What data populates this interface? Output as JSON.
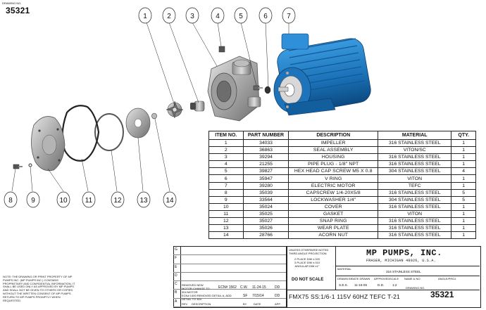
{
  "drawing": {
    "number_label": "DRAWING NO.",
    "number": "35321"
  },
  "balloons": [
    "1",
    "2",
    "3",
    "4",
    "5",
    "6",
    "7",
    "8",
    "9",
    "10",
    "11",
    "12",
    "13",
    "14"
  ],
  "bom": {
    "headers": [
      "ITEM NO.",
      "PART NUMBER",
      "DESCRIPTION",
      "MATERIAL",
      "QTY."
    ],
    "rows": [
      [
        "1",
        "34033",
        "IMPELLER",
        "316 STAINLESS STEEL",
        "1"
      ],
      [
        "2",
        "36863",
        "SEAL ASSEMBLY",
        "VITON/SC",
        "1"
      ],
      [
        "3",
        "39294",
        "HOUSING",
        "316 STAINLESS STEEL",
        "1"
      ],
      [
        "4",
        "21255",
        "PIPE PLUG - 1/8\" NPT",
        "316 STAINLESS STEEL",
        "1"
      ],
      [
        "5",
        "39827",
        "HEX HEAD CAP SCREW M5 X 0.8",
        "304 STAINLESS STEEL",
        "4"
      ],
      [
        "6",
        "35947",
        "V RING",
        "VITON",
        "1"
      ],
      [
        "7",
        "39280",
        "ELECTRIC MOTOR",
        "TEFC",
        "1"
      ],
      [
        "8",
        "35039",
        "CAPSCREW 1/4-20X5/8",
        "316 STAINLESS STEEL",
        "5"
      ],
      [
        "9",
        "33564",
        "LOCKWASHER 1/4\"",
        "304 STAINLESS STEEL",
        "5"
      ],
      [
        "10",
        "35024",
        "COVER",
        "316 STAINLESS STEEL",
        "1"
      ],
      [
        "11",
        "35025",
        "GASKET",
        "VITON",
        "1"
      ],
      [
        "12",
        "35027",
        "SNAP RING",
        "316 STAINLESS STEEL",
        "1"
      ],
      [
        "13",
        "35026",
        "WEAR PLATE",
        "316 STAINLESS STEEL",
        "1"
      ],
      [
        "14",
        "28766",
        "ACORN NUT",
        "316 STAINLESS STEEL",
        "1"
      ]
    ]
  },
  "revisions": {
    "letters": [
      "G",
      "F",
      "E",
      "D",
      "C",
      "B",
      "A"
    ],
    "rows": [
      {
        "letter": "B",
        "desc": "REMOVED NEW MOTOR CHANGE TO 304 MOTOR",
        "ecn": "ECN# 1562",
        "by": "C.W.",
        "date": "11-24-15",
        "appr": "DD"
      },
      {
        "letter": "A",
        "desc": "ECN# 1400  REMOVED DETAIL A, ADD DETAIL TO 304",
        "ecn": "",
        "by": "SF",
        "date": "7/15/14",
        "appr": "DD"
      }
    ],
    "footer": [
      "REV",
      "DESCRIPTION",
      "BY",
      "DATE",
      "APP"
    ]
  },
  "title_block": {
    "tolerance_note": "UNLESS OTHERWISE NOTED THIRD ANGLE PROJECTION",
    "tolerances": "2 PLACE DIM ±.020\n3 PLACE DIM ±.010\nANGULAR DIM ±1°",
    "do_not_scale": "DO NOT SCALE",
    "company": "MP PUMPS, INC.",
    "address": "FRASER, MICHIGAN 48026, U.S.A.",
    "material_label": "MATERIAL",
    "material": "316 STAINLESS STEEL",
    "drawn_label": "DRAWN BY",
    "drawn": "S.E.S.",
    "date_label": "DATE DRAWN",
    "date": "11-16-06",
    "approved_label": "APPROVED",
    "approved": "D.D.",
    "scale_label": "SCALE",
    "scale": "1:2",
    "name_label": "NAME & NO.",
    "sheet_label": "ANGLE/PROJ.",
    "drawing_no_label": "DRAWING NO.",
    "drawing_no": "35321",
    "title": "FMX75 SS:1/6-1  115V 60HZ TEFC T-21"
  },
  "notes": "NOTE: THE DRAWING OR PRINT PROPERTY OF MP PUMPS INC. (MP PUMPS INC.) CONTAINS PROPRIETARY AND CONFIDENTIAL INFORMATION. IT SHALL BE USED ONLY AS APPROVED BY MP PUMPS AND SHALL NOT BE GIVEN TO OTHERS OR COPIED WITHOUT THE WRITTEN CONSENT OF MP PUMPS. RETURN TO MP PUMPS PROMPTLY WHEN REQUESTED."
}
